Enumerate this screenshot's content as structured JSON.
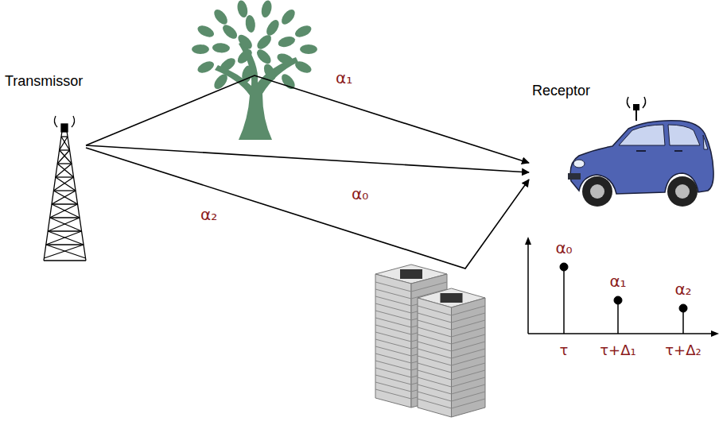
{
  "diagram": {
    "nodes": [
      {
        "text": [
          "Transmissor"
        ]
      },
      {
        "text": [
          "Receptor"
        ]
      }
    ],
    "edges": [
      {
        "from": 0,
        "to": 1,
        "arrow": "to",
        "label": "α₁"
      },
      {
        "from": 0,
        "to": 1,
        "arrow": "to",
        "label": "α₀"
      },
      {
        "from": 0,
        "to": 1,
        "arrow": "to",
        "label": "α₂"
      }
    ],
    "labels": [
      "α₀",
      "α₁",
      "α₂",
      "τ",
      "τ+Δ₁",
      "τ+Δ₂"
    ]
  }
}
